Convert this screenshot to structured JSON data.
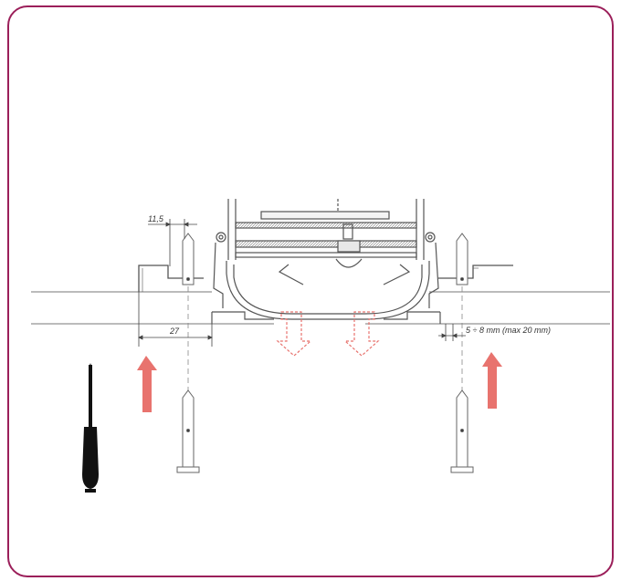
{
  "frame_color": "#9b1f5a",
  "arrow_color": "#e8736e",
  "drawing_color": "#555555",
  "dimensions": {
    "top_offset": "11,5",
    "width": "27",
    "gap": "5 ÷ 8 mm (max 20 mm)"
  },
  "icons": {
    "tool": "screwdriver-icon",
    "arrows": "arrow-up-icon",
    "drop_arrows": "dashed-arrow-down-icon"
  }
}
